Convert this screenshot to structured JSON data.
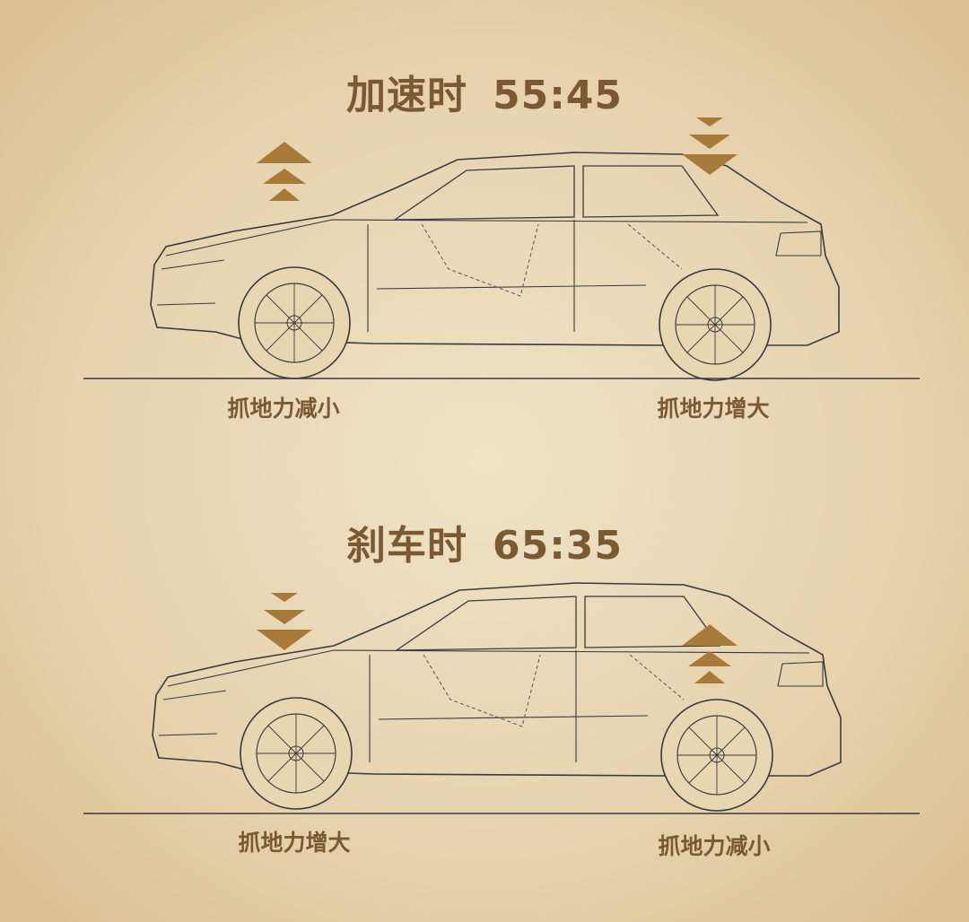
{
  "panels": [
    {
      "title": "加速时",
      "ratio": "55:45",
      "front_label": "抓地力减小",
      "rear_label": "抓地力增大",
      "front_arrow": "arrow-up-icon",
      "rear_arrow": "arrow-down-icon"
    },
    {
      "title": "刹车时",
      "ratio": "65:35",
      "front_label": "抓地力增大",
      "rear_label": "抓地力减小",
      "front_arrow": "arrow-down-icon",
      "rear_arrow": "arrow-up-icon"
    }
  ],
  "colors": {
    "text": "#7a5a33",
    "arrow": "#a87a3a",
    "line": "#3a3a3a"
  }
}
